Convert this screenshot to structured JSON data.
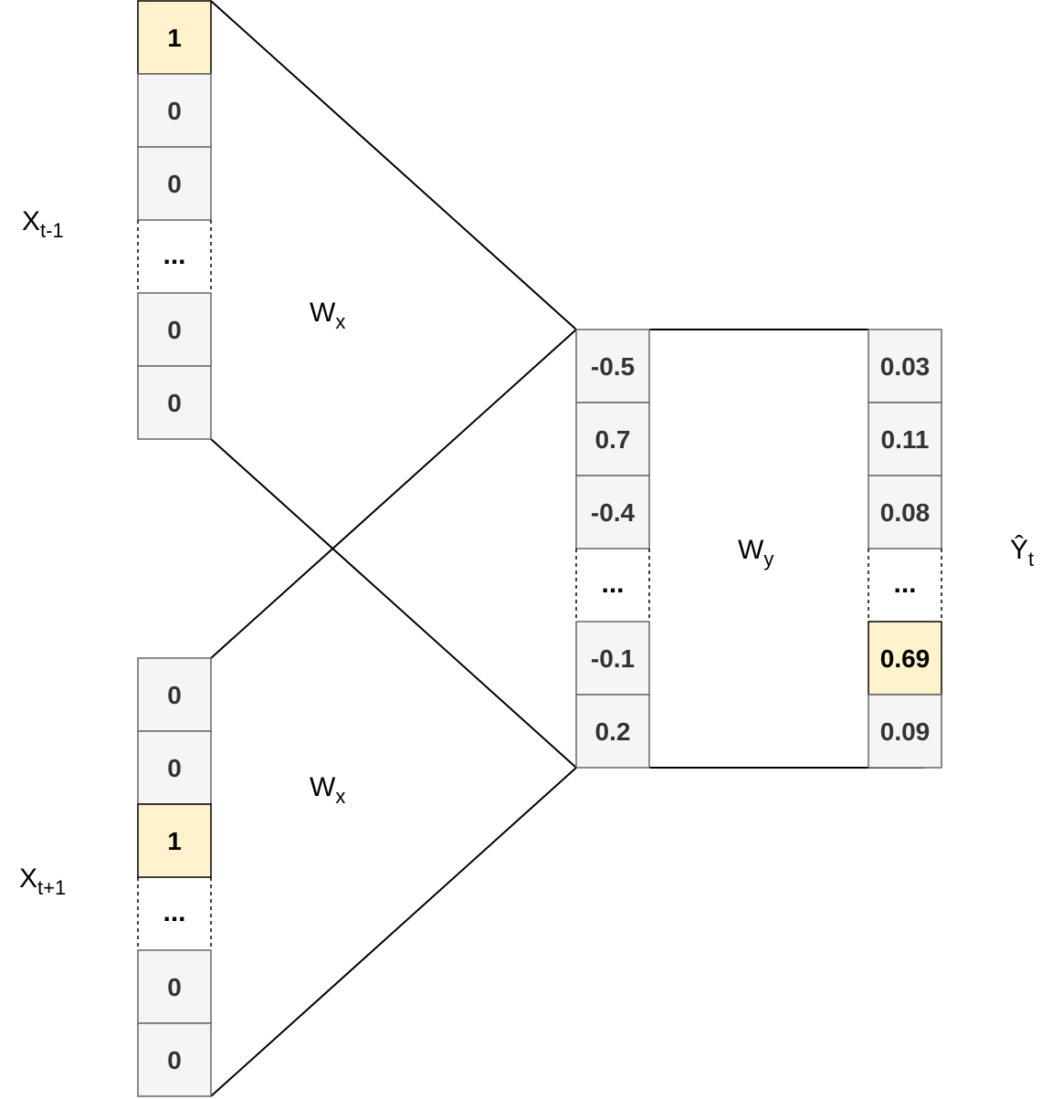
{
  "labels": {
    "x_prev": {
      "main": "X",
      "sub": "t-1"
    },
    "x_next": {
      "main": "X",
      "sub": "t+1"
    },
    "wx_top": {
      "main": "W",
      "sub": "x"
    },
    "wx_bottom": {
      "main": "W",
      "sub": "x"
    },
    "wy": {
      "main": "W",
      "sub": "y"
    },
    "y_hat": {
      "main": "Ŷ",
      "sub": "t"
    }
  },
  "vectors": {
    "x_prev": {
      "cells": [
        {
          "text": "1",
          "highlight": true
        },
        {
          "text": "0",
          "highlight": false
        },
        {
          "text": "0",
          "highlight": false
        },
        {
          "text": "...",
          "dots": true
        },
        {
          "text": "0",
          "highlight": false
        },
        {
          "text": "0",
          "highlight": false
        }
      ]
    },
    "x_next": {
      "cells": [
        {
          "text": "0",
          "highlight": false
        },
        {
          "text": "0",
          "highlight": false
        },
        {
          "text": "1",
          "highlight": true
        },
        {
          "text": "...",
          "dots": true
        },
        {
          "text": "0",
          "highlight": false
        },
        {
          "text": "0",
          "highlight": false
        }
      ]
    },
    "hidden": {
      "cells": [
        {
          "text": "-0.5",
          "highlight": false
        },
        {
          "text": "0.7",
          "highlight": false
        },
        {
          "text": "-0.4",
          "highlight": false
        },
        {
          "text": "...",
          "dots": true
        },
        {
          "text": "-0.1",
          "highlight": false
        },
        {
          "text": "0.2",
          "highlight": false
        }
      ]
    },
    "output": {
      "cells": [
        {
          "text": "0.03",
          "highlight": false
        },
        {
          "text": "0.11",
          "highlight": false
        },
        {
          "text": "0.08",
          "highlight": false
        },
        {
          "text": "...",
          "dots": true
        },
        {
          "text": "0.69",
          "highlight": true
        },
        {
          "text": "0.09",
          "highlight": false
        }
      ]
    }
  },
  "colors": {
    "cell_fill": "#f5f5f5",
    "cell_stroke": "#666666",
    "highlight_fill": "#fff2cc",
    "line": "#000000"
  }
}
